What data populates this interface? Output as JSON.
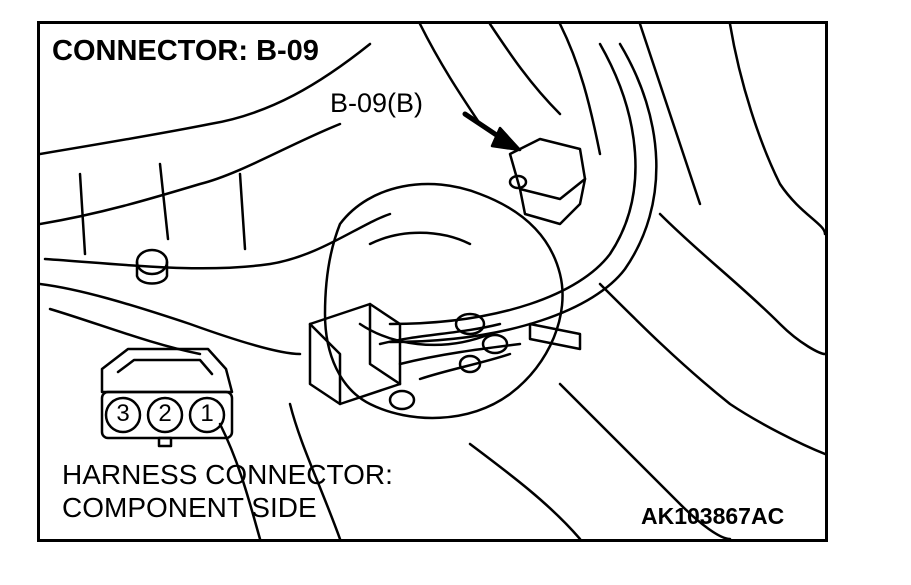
{
  "title": "CONNECTOR: B-09",
  "callout_label": "B-09(B)",
  "harness_label_line1": "HARNESS CONNECTOR:",
  "harness_label_line2": "COMPONENT SIDE",
  "figure_code": "AK103867AC",
  "connector_pins": [
    "3",
    "2",
    "1"
  ],
  "colors": {
    "line": "#000000",
    "background": "#ffffff"
  }
}
